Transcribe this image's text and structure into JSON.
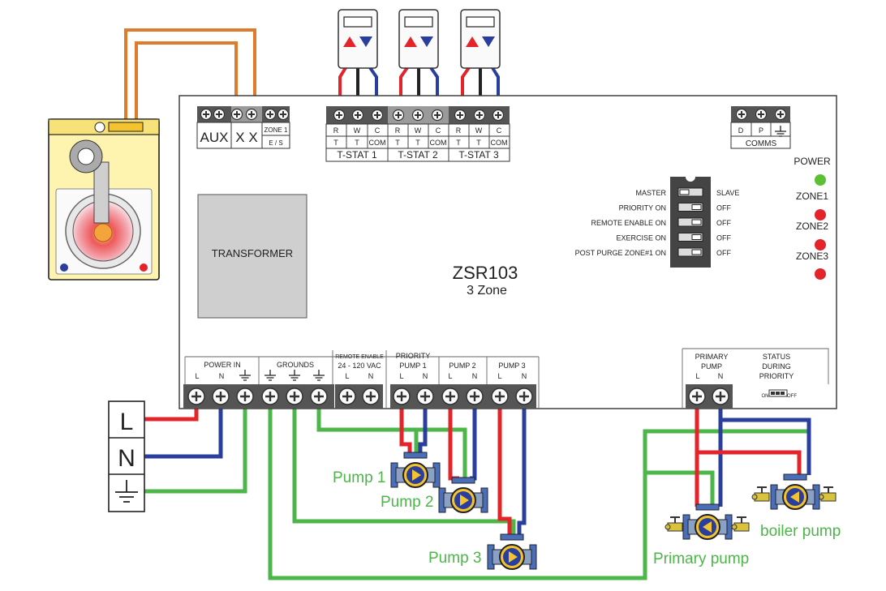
{
  "controller": {
    "model": "ZSR103",
    "zones_label": "3 Zone",
    "transformer_label": "TRANSFORMER"
  },
  "top_terminals": {
    "aux": "AUX",
    "xx": "X X",
    "zone1": "ZONE 1",
    "es": "E / S",
    "tstats": [
      {
        "label": "T-STAT 1",
        "r": "R",
        "w": "W",
        "c": "C",
        "t1": "T",
        "t2": "T",
        "com": "COM"
      },
      {
        "label": "T-STAT 2",
        "r": "R",
        "w": "W",
        "c": "C",
        "t1": "T",
        "t2": "T",
        "com": "COM"
      },
      {
        "label": "T-STAT 3",
        "r": "R",
        "w": "W",
        "c": "C",
        "t1": "T",
        "t2": "T",
        "com": "COM"
      }
    ],
    "comms": {
      "label": "COMMS",
      "d": "D",
      "p": "P"
    }
  },
  "dip_switches": [
    {
      "left": "MASTER",
      "right": "SLAVE"
    },
    {
      "left": "PRIORITY ON",
      "right": "OFF"
    },
    {
      "left": "REMOTE ENABLE ON",
      "right": "OFF"
    },
    {
      "left": "EXERCISE ON",
      "right": "OFF"
    },
    {
      "left": "POST PURGE ZONE#1 ON",
      "right": "OFF"
    }
  ],
  "indicators": [
    {
      "label": "POWER",
      "color": "#5cc034"
    },
    {
      "label": "ZONE1",
      "color": "#e3242b"
    },
    {
      "label": "ZONE2",
      "color": "#e3242b"
    },
    {
      "label": "ZONE3",
      "color": "#e3242b"
    }
  ],
  "bottom_terminals": {
    "power_in": "POWER IN",
    "grounds": "GROUNDS",
    "remote_enable": "REMOTE ENABLE",
    "remote_voltage": "24 - 120 VAC",
    "priority_pump": [
      "PRIORITY",
      "PUMP 1"
    ],
    "pump2": "PUMP 2",
    "pump3": "PUMP 3",
    "l": "L",
    "n": "N",
    "primary_pump": [
      "PRIMARY",
      "PUMP"
    ],
    "status": [
      "STATUS",
      "DURING",
      "PRIORITY"
    ],
    "on": "ON",
    "off": "OFF"
  },
  "supply": {
    "l": "L",
    "n": "N"
  },
  "pump_labels": {
    "pump1": "Pump 1",
    "pump2": "Pump 2",
    "pump3": "Pump 3",
    "primary": "Primary pump",
    "boiler": "boiler pump"
  },
  "colors": {
    "red_wire": "#e3242b",
    "blue_wire": "#2a3f9d",
    "green_wire": "#4cb648",
    "orange_wire": "#e07b2c",
    "label_green": "#4cb648"
  }
}
